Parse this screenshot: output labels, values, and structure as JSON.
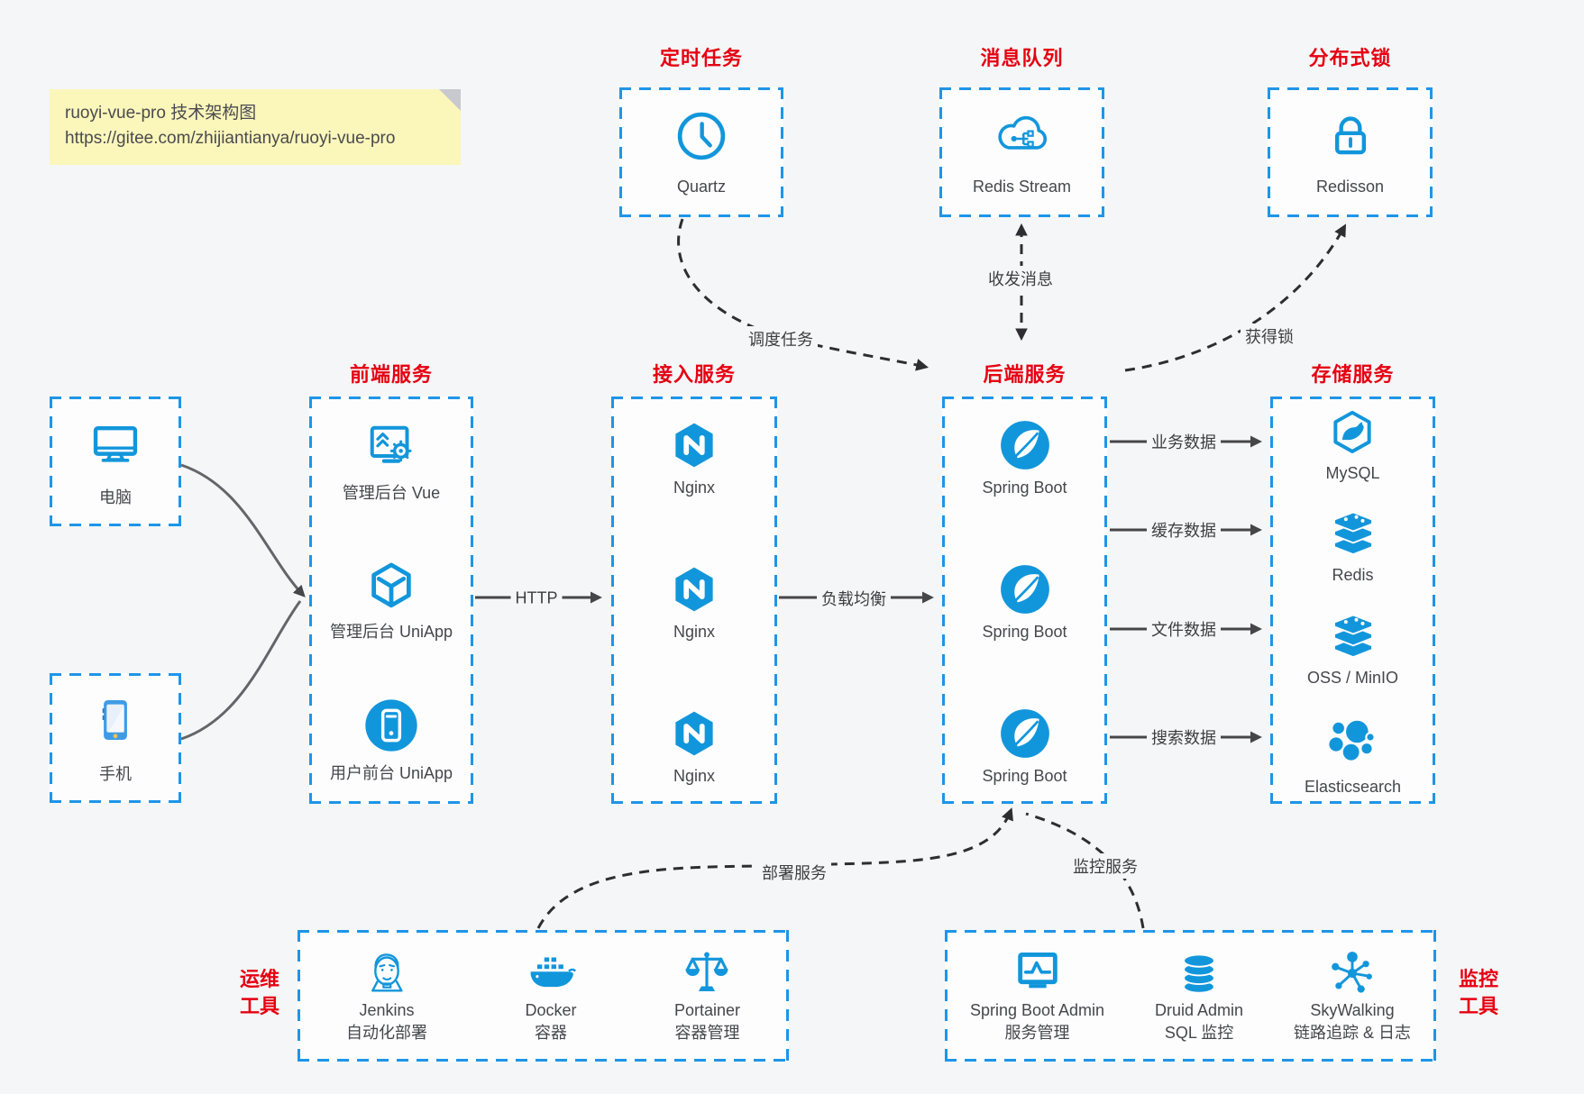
{
  "note": {
    "line1": "ruoyi-vue-pro 技术架构图",
    "line2": "https://gitee.com/zhijiantianya/ruoyi-vue-pro"
  },
  "colors": {
    "accent_blue": "#1296db",
    "border_blue": "#1e95e8",
    "title_red": "#e60012",
    "note_bg": "#fbf6ba"
  },
  "top_boxes": [
    {
      "title": "定时任务",
      "label": "Quartz",
      "icon": "clock-icon"
    },
    {
      "title": "消息队列",
      "label": "Redis Stream",
      "icon": "cloud-share-icon"
    },
    {
      "title": "分布式锁",
      "label": "Redisson",
      "icon": "lock-icon"
    }
  ],
  "clients": [
    {
      "label": "电脑",
      "icon": "desktop-icon"
    },
    {
      "label": "手机",
      "icon": "smartphone-icon"
    }
  ],
  "columns": [
    {
      "title": "前端服务",
      "items": [
        {
          "label": "管理后台 Vue",
          "icon": "admin-vue-icon"
        },
        {
          "label": "管理后台 UniApp",
          "icon": "uniapp-cube-icon"
        },
        {
          "label": "用户前台 UniApp",
          "icon": "user-app-icon"
        }
      ]
    },
    {
      "title": "接入服务",
      "items": [
        {
          "label": "Nginx",
          "icon": "nginx-icon"
        },
        {
          "label": "Nginx",
          "icon": "nginx-icon"
        },
        {
          "label": "Nginx",
          "icon": "nginx-icon"
        }
      ]
    },
    {
      "title": "后端服务",
      "items": [
        {
          "label": "Spring Boot",
          "icon": "spring-icon"
        },
        {
          "label": "Spring Boot",
          "icon": "spring-icon"
        },
        {
          "label": "Spring Boot",
          "icon": "spring-icon"
        }
      ]
    },
    {
      "title": "存储服务",
      "items": [
        {
          "label": "MySQL",
          "icon": "mysql-icon"
        },
        {
          "label": "Redis",
          "icon": "redis-stack-icon"
        },
        {
          "label": "OSS / MinIO",
          "icon": "oss-stack-icon"
        },
        {
          "label": "Elasticsearch",
          "icon": "elasticsearch-icon"
        }
      ]
    }
  ],
  "edges": {
    "http": "HTTP",
    "load_balance": "负载均衡",
    "business_data": "业务数据",
    "cache_data": "缓存数据",
    "file_data": "文件数据",
    "search_data": "搜索数据",
    "schedule_task": "调度任务",
    "send_receive_message": "收发消息",
    "acquire_lock": "获得锁",
    "deploy_service": "部署服务",
    "monitor_service": "监控服务"
  },
  "ops_tools": {
    "title_line1": "运维",
    "title_line2": "工具",
    "items": [
      {
        "name": "Jenkins",
        "desc": "自动化部署",
        "icon": "jenkins-icon"
      },
      {
        "name": "Docker",
        "desc": "容器",
        "icon": "docker-icon"
      },
      {
        "name": "Portainer",
        "desc": "容器管理",
        "icon": "portainer-icon"
      }
    ]
  },
  "monitor_tools": {
    "title_line1": "监控",
    "title_line2": "工具",
    "items": [
      {
        "name": "Spring Boot Admin",
        "desc": "服务管理",
        "icon": "spring-boot-admin-icon"
      },
      {
        "name": "Druid Admin",
        "desc": "SQL 监控",
        "icon": "druid-icon"
      },
      {
        "name": "SkyWalking",
        "desc": "链路追踪 & 日志",
        "icon": "skywalking-icon"
      }
    ]
  }
}
